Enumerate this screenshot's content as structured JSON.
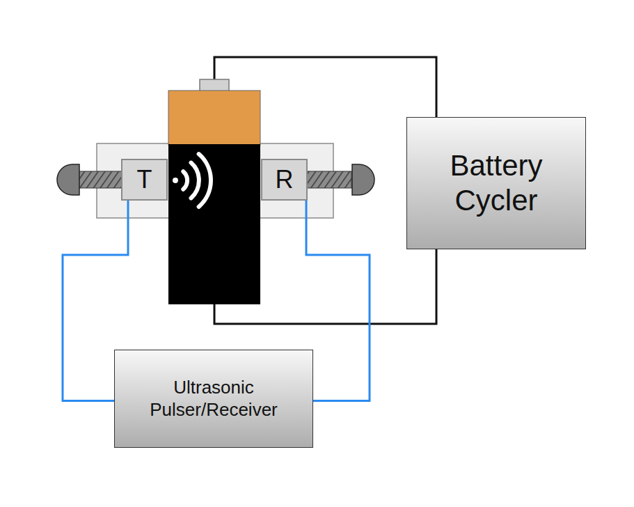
{
  "diagram": {
    "nodes": [
      {
        "text": [
          "T"
        ]
      },
      {
        "text": [
          "R"
        ]
      },
      {
        "text": [
          "Battery Cycler"
        ]
      },
      {
        "text": [
          "Ultrasonic Pulser/Receiver"
        ]
      }
    ],
    "edges": [
      {
        "from": 0,
        "to": 3,
        "arrow": "none"
      },
      {
        "from": 1,
        "to": 3,
        "arrow": "none"
      }
    ]
  }
}
